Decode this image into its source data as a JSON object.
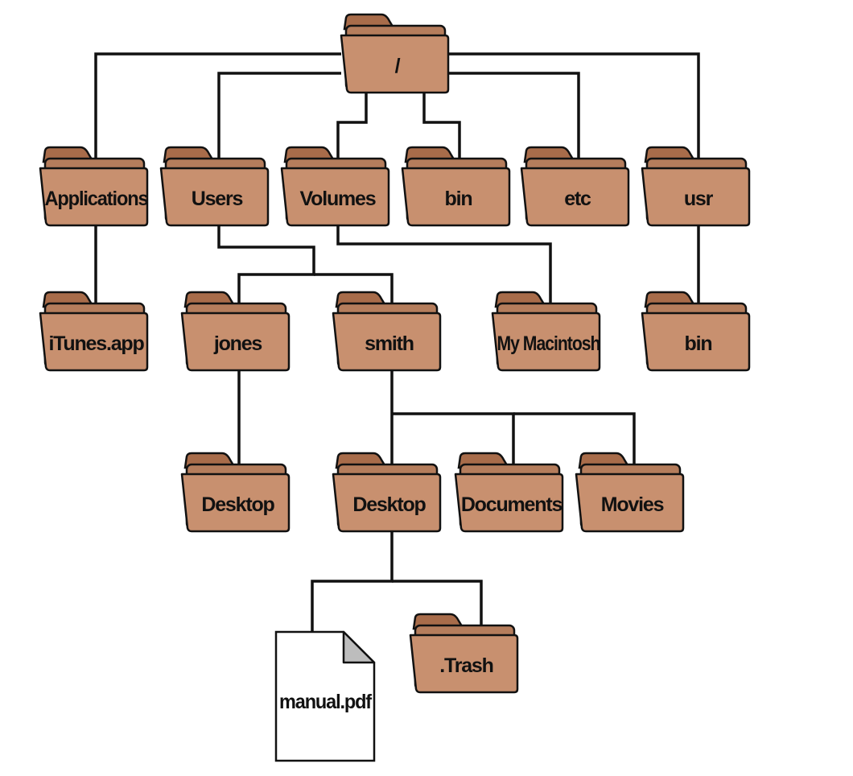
{
  "colors": {
    "folder_fill": "#c8906f",
    "folder_tab": "#a86c4a",
    "folder_shade": "#b57d5c",
    "outline": "#111111",
    "file_fill": "#ffffff",
    "file_corner": "#bdbdbd"
  },
  "nodes": {
    "root": {
      "label": "/",
      "kind": "folder",
      "icon": "folder-icon"
    },
    "applications": {
      "label": "Applications",
      "kind": "folder",
      "icon": "folder-icon"
    },
    "users": {
      "label": "Users",
      "kind": "folder",
      "icon": "folder-icon"
    },
    "volumes": {
      "label": "Volumes",
      "kind": "folder",
      "icon": "folder-icon"
    },
    "bin": {
      "label": "bin",
      "kind": "folder",
      "icon": "folder-icon"
    },
    "etc": {
      "label": "etc",
      "kind": "folder",
      "icon": "folder-icon"
    },
    "usr": {
      "label": "usr",
      "kind": "folder",
      "icon": "folder-icon"
    },
    "itunes": {
      "label": "iTunes.app",
      "kind": "folder",
      "icon": "folder-icon"
    },
    "jones": {
      "label": "jones",
      "kind": "folder",
      "icon": "folder-icon"
    },
    "smith": {
      "label": "smith",
      "kind": "folder",
      "icon": "folder-icon"
    },
    "mymac": {
      "label": "My Macintosh",
      "kind": "folder",
      "icon": "folder-icon"
    },
    "usrbin": {
      "label": "bin",
      "kind": "folder",
      "icon": "folder-icon"
    },
    "jonesdesktop": {
      "label": "Desktop",
      "kind": "folder",
      "icon": "folder-icon"
    },
    "smithdesktop": {
      "label": "Desktop",
      "kind": "folder",
      "icon": "folder-icon"
    },
    "documents": {
      "label": "Documents",
      "kind": "folder",
      "icon": "folder-icon"
    },
    "movies": {
      "label": "Movies",
      "kind": "folder",
      "icon": "folder-icon"
    },
    "manual": {
      "label": "manual.pdf",
      "kind": "file",
      "icon": "file-icon"
    },
    "trash": {
      "label": ".Trash",
      "kind": "folder",
      "icon": "folder-icon"
    }
  },
  "edges": [
    [
      "root",
      "applications"
    ],
    [
      "root",
      "users"
    ],
    [
      "root",
      "volumes"
    ],
    [
      "root",
      "bin"
    ],
    [
      "root",
      "etc"
    ],
    [
      "root",
      "usr"
    ],
    [
      "applications",
      "itunes"
    ],
    [
      "users",
      "jones"
    ],
    [
      "users",
      "smith"
    ],
    [
      "volumes",
      "mymac"
    ],
    [
      "usr",
      "usrbin"
    ],
    [
      "jones",
      "jonesdesktop"
    ],
    [
      "smith",
      "smithdesktop"
    ],
    [
      "smith",
      "documents"
    ],
    [
      "smith",
      "movies"
    ],
    [
      "smithdesktop",
      "manual"
    ],
    [
      "smithdesktop",
      "trash"
    ]
  ]
}
